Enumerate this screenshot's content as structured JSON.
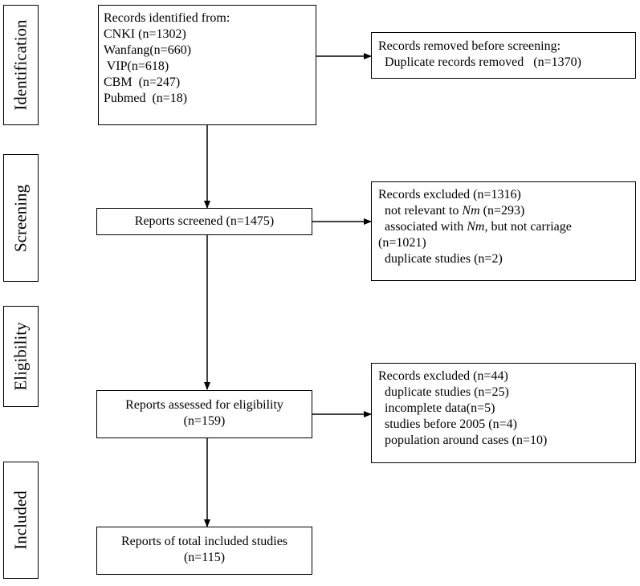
{
  "phases": {
    "identification": "Identification",
    "screening": "Screening",
    "eligibility": "Eligibility",
    "included": "Included"
  },
  "identified": {
    "title": "Records identified from:",
    "sources": [
      "CNKI (n=1302)",
      "Wanfang(n=660)",
      " VIP(n=618)",
      "CBM  (n=247)",
      "Pubmed  (n=18)"
    ]
  },
  "removed": {
    "title": "Records removed before screening:",
    "line": "  Duplicate records removed   (n=1370)"
  },
  "screened": {
    "label": "Reports screened (n=1475)"
  },
  "excluded1": {
    "title": "Records excluded (n=1316)",
    "item1_pre": "  not relevant to ",
    "item1_em": "Nm",
    "item1_post": " (n=293)",
    "item2_pre": "  associated with ",
    "item2_em": "Nm",
    "item2_post": ", but not carriage",
    "item2_cont": "(n=1021)",
    "item3": "  duplicate studies (n=2)"
  },
  "assessed": {
    "line1": "Reports assessed for eligibility",
    "line2": "(n=159)"
  },
  "excluded2": {
    "title": "Records excluded (n=44)",
    "items": [
      "  duplicate studies (n=25)",
      "  incomplete data(n=5)",
      "  studies before 2005 (n=4)",
      "  population around cases (n=10)"
    ]
  },
  "included": {
    "line1": "Reports of total included studies",
    "line2": "(n=115)"
  }
}
